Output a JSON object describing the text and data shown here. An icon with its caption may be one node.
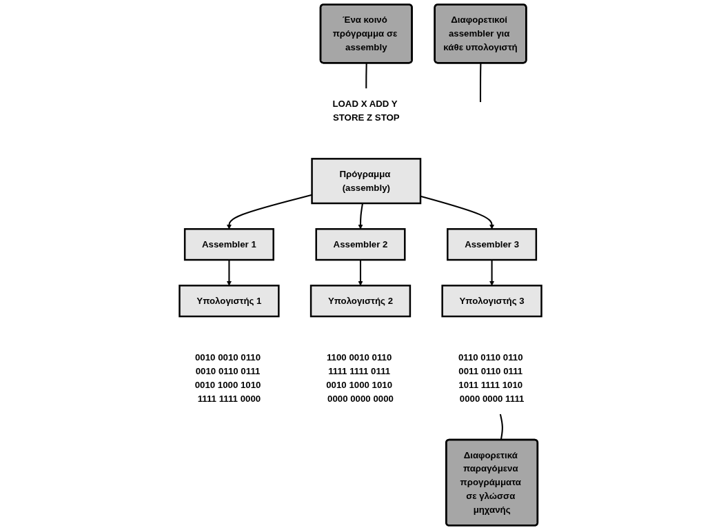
{
  "diagram": {
    "nodes": [
      {
        "text": [
          "LOAD X ADD Y STORE Z STOP"
        ]
      },
      {
        "text": [
          "Ένα κοινό πρόγραμμα σε assembly"
        ]
      },
      {
        "text": [
          "Πρόγραμμα (assembly)"
        ]
      },
      {
        "text": [
          "Διαφορετικοί assembler για κάθε υπολογιστή"
        ]
      },
      {
        "text": [
          "Assembler 1"
        ]
      },
      {
        "text": [
          "Assembler 2"
        ]
      },
      {
        "text": [
          "Assembler 3"
        ]
      },
      {
        "text": [
          "Υπολογιστής 1"
        ]
      },
      {
        "text": [
          "Υπολογιστής 2"
        ]
      },
      {
        "text": [
          "Υπολογιστής 3"
        ]
      },
      {
        "text": [
          "0010 0010 0110 0010 0110 0111 0010 1000 1010 1111 1111 0000"
        ]
      },
      {
        "text": [
          "1100 0010 0110 1111 1111 0111 0010 1000 1010 0000 0000 0000"
        ]
      },
      {
        "text": [
          "0110 0110 0110 0011 0110 0111 1011 1111 1010 0000 0000 1111"
        ]
      },
      {
        "text": [
          "Διαφορετικά παραγόμενα προγράμματα σε γλώσσα μηχανής"
        ]
      }
    ],
    "edges": [
      {
        "from": 1,
        "to": 0,
        "arrow": "none"
      },
      {
        "from": 2,
        "to": 4,
        "arrow": "to"
      },
      {
        "from": 2,
        "to": 5,
        "arrow": "to"
      },
      {
        "from": 2,
        "to": 6,
        "arrow": "to"
      },
      {
        "from": 3,
        "to": null,
        "arrow": "none"
      },
      {
        "from": 4,
        "to": 7,
        "arrow": "to"
      },
      {
        "from": 5,
        "to": 8,
        "arrow": "to"
      },
      {
        "from": 6,
        "to": 9,
        "arrow": "to"
      },
      {
        "from": 13,
        "to": 12,
        "arrow": "none"
      }
    ]
  }
}
